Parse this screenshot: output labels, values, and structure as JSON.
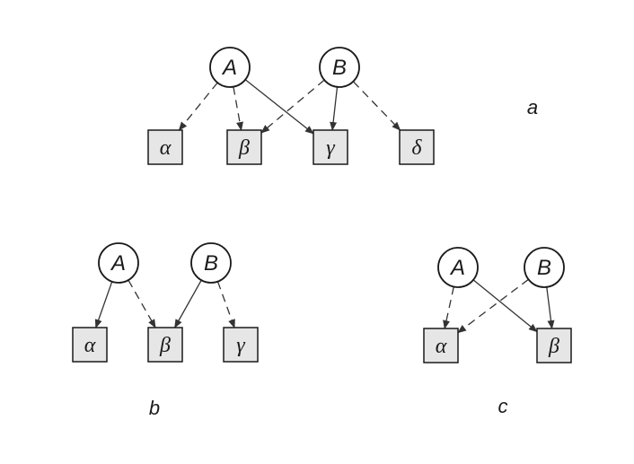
{
  "panels": [
    {
      "id": "a",
      "letter": "a",
      "circles": [
        {
          "id": "A",
          "label": "A"
        },
        {
          "id": "B",
          "label": "B"
        }
      ],
      "boxes": [
        {
          "id": "alpha",
          "label": "α"
        },
        {
          "id": "beta",
          "label": "β"
        },
        {
          "id": "gamma",
          "label": "γ"
        },
        {
          "id": "delta",
          "label": "δ"
        }
      ],
      "edges": [
        {
          "from": "A",
          "to": "alpha",
          "style": "dashed"
        },
        {
          "from": "A",
          "to": "beta",
          "style": "dashed"
        },
        {
          "from": "A",
          "to": "gamma",
          "style": "solid"
        },
        {
          "from": "B",
          "to": "beta",
          "style": "dashed"
        },
        {
          "from": "B",
          "to": "gamma",
          "style": "solid"
        },
        {
          "from": "B",
          "to": "delta",
          "style": "dashed"
        }
      ]
    },
    {
      "id": "b",
      "letter": "b",
      "circles": [
        {
          "id": "A",
          "label": "A"
        },
        {
          "id": "B",
          "label": "B"
        }
      ],
      "boxes": [
        {
          "id": "alpha",
          "label": "α"
        },
        {
          "id": "beta",
          "label": "β"
        },
        {
          "id": "gamma",
          "label": "γ"
        }
      ],
      "edges": [
        {
          "from": "A",
          "to": "alpha",
          "style": "solid"
        },
        {
          "from": "A",
          "to": "beta",
          "style": "dashed"
        },
        {
          "from": "B",
          "to": "beta",
          "style": "solid"
        },
        {
          "from": "B",
          "to": "gamma",
          "style": "dashed"
        }
      ]
    },
    {
      "id": "c",
      "letter": "c",
      "circles": [
        {
          "id": "A",
          "label": "A"
        },
        {
          "id": "B",
          "label": "B"
        }
      ],
      "boxes": [
        {
          "id": "alpha",
          "label": "α"
        },
        {
          "id": "beta",
          "label": "β"
        }
      ],
      "edges": [
        {
          "from": "A",
          "to": "alpha",
          "style": "dashed"
        },
        {
          "from": "A",
          "to": "beta",
          "style": "solid"
        },
        {
          "from": "B",
          "to": "alpha",
          "style": "dashed"
        },
        {
          "from": "B",
          "to": "beta",
          "style": "solid"
        }
      ]
    }
  ]
}
